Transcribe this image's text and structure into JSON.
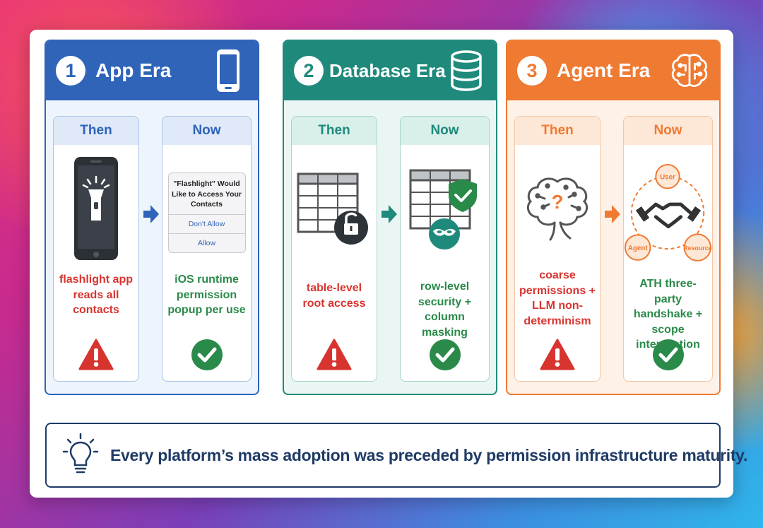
{
  "colors": {
    "app": "#2f64b8",
    "database": "#1f8a7c",
    "agent": "#ef7a32",
    "danger": "#d8342f",
    "ok": "#2a8a4a"
  },
  "eras": [
    {
      "number": "1",
      "title": "App Era",
      "icon": "smartphone-icon",
      "then_label": "Then",
      "now_label": "Now",
      "then_caption": "flashlight app reads all contacts",
      "now_caption": "iOS runtime permission popup per use",
      "popup": {
        "title": "\"Flashlight\" Would Like to Access Your Contacts",
        "deny": "Don't Allow",
        "allow": "Allow"
      }
    },
    {
      "number": "2",
      "title": "Database Era",
      "icon": "database-icon",
      "then_label": "Then",
      "now_label": "Now",
      "then_caption": "table-level root access",
      "now_caption": "row-level security + column masking"
    },
    {
      "number": "3",
      "title": "Agent Era",
      "icon": "brain-circuit-icon",
      "then_label": "Then",
      "now_label": "Now",
      "then_caption": "coarse permissions + LLM non-determinism",
      "now_caption": "ATH three-party handshake + scope intersection",
      "handshake_nodes": {
        "user": "User",
        "agent": "Agent",
        "resource": "Resource"
      }
    }
  ],
  "banner": {
    "icon": "lightbulb-icon",
    "text": "Every platform’s mass adoption was preceded by permission infrastructure maturity."
  }
}
